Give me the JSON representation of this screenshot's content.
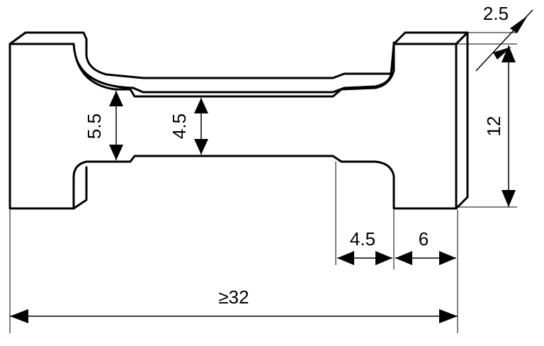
{
  "dimensions": {
    "thickness": "2.5",
    "grip_height": "12",
    "shoulder_width": "5.5",
    "gauge_width": "4.5",
    "transition_length": "4.5",
    "grip_length": "6",
    "overall_length": "≥32"
  },
  "colors": {
    "line": "#000000",
    "background": "#ffffff"
  }
}
